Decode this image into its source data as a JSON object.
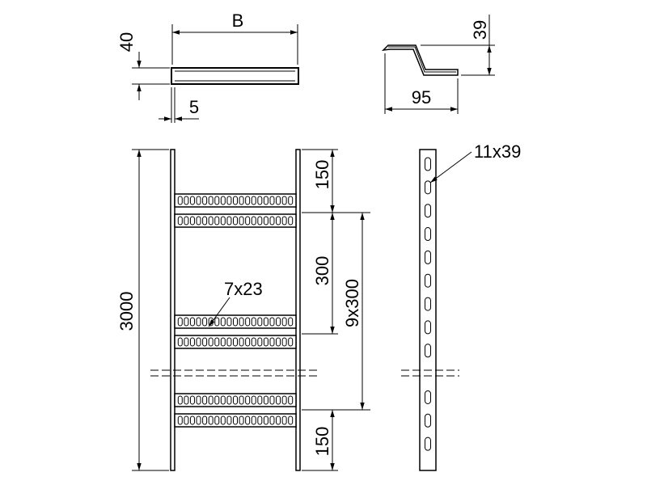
{
  "labels": {
    "width_b": "B",
    "height_40": "40",
    "thickness_5": "5",
    "profile_height_39": "39",
    "profile_width_95": "95",
    "length_3000": "3000",
    "top_offset_150": "150",
    "rung_pitch_300": "300",
    "rung_span_9x300": "9x300",
    "bottom_offset_150": "150",
    "slot_7x23": "7x23",
    "slot_11x39": "11x39"
  },
  "rung_slot_count": 19,
  "rail_slot_count": 11,
  "colors": {
    "line": "#000000",
    "background": "#ffffff"
  }
}
